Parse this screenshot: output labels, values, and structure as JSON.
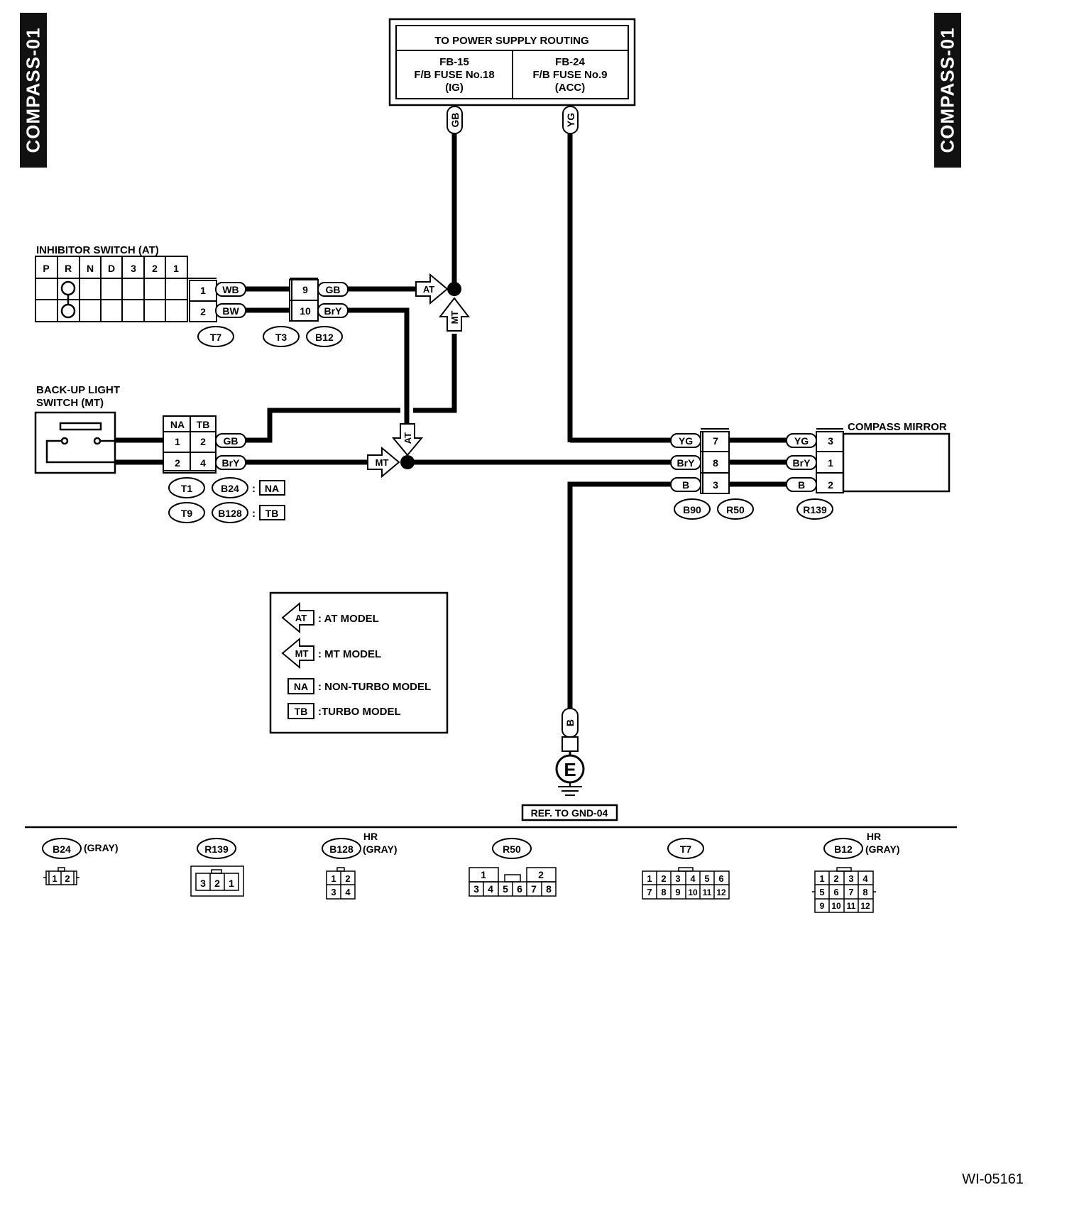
{
  "page_tags": {
    "left": "COMPASS-01",
    "right": "COMPASS-01"
  },
  "power_box": {
    "title": "TO POWER SUPPLY ROUTING",
    "left": {
      "line1": "FB-15",
      "line2": "F/B FUSE No.18",
      "line3": "(IG)"
    },
    "right": {
      "line1": "FB-24",
      "line2": "F/B FUSE No.9",
      "line3": "(ACC)"
    }
  },
  "wires": {
    "gb": "GB",
    "yg": "YG",
    "wb": "WB",
    "bw": "BW",
    "bry": "BrY",
    "b": "B"
  },
  "inhibitor": {
    "title": "INHIBITOR SWITCH (AT)",
    "positions": [
      "P",
      "R",
      "N",
      "D",
      "3",
      "2",
      "1"
    ],
    "pins": [
      "1",
      "2"
    ],
    "connector": "T7"
  },
  "joint": {
    "pins": [
      "9",
      "10"
    ],
    "connectors": [
      "T3",
      "B12"
    ]
  },
  "backup": {
    "title_line1": "BACK-UP LIGHT",
    "title_line2": "SWITCH (MT)",
    "headers": [
      "NA",
      "TB"
    ],
    "rows": [
      [
        "1",
        "2"
      ],
      [
        "2",
        "4"
      ]
    ],
    "conn_row1": [
      "T1",
      "B24",
      "NA"
    ],
    "conn_row2": [
      "T9",
      "B128",
      "TB"
    ],
    "colon": ":"
  },
  "arrows": {
    "at": "AT",
    "mt": "MT"
  },
  "mirror": {
    "title": "COMPASS MIRROR",
    "pins": [
      "3",
      "1",
      "2"
    ],
    "connector": "R139"
  },
  "junction": {
    "pins": [
      "7",
      "8",
      "3"
    ],
    "connectors": [
      "B90",
      "R50"
    ]
  },
  "ground": {
    "symbol": "E",
    "ref": "REF. TO GND-04"
  },
  "legend": {
    "at": ": AT MODEL",
    "mt": ": MT MODEL",
    "na_box": "NA",
    "na": ": NON-TURBO MODEL",
    "tb_box": "TB",
    "tb": ":TURBO MODEL"
  },
  "connector_views": [
    {
      "id": "B24",
      "note": "(GRAY)",
      "hr": "",
      "rows": [
        [
          "1",
          "2"
        ]
      ]
    },
    {
      "id": "R139",
      "note": "",
      "hr": "",
      "rows": [
        [
          "3",
          "2",
          "1"
        ]
      ]
    },
    {
      "id": "B128",
      "note": "(GRAY)",
      "hr": "HR",
      "rows": [
        [
          "1",
          "2"
        ],
        [
          "3",
          "4"
        ]
      ]
    },
    {
      "id": "R50",
      "note": "",
      "hr": "",
      "rows": [
        [
          "1",
          "2"
        ],
        [
          "3",
          "4",
          "5",
          "6",
          "7",
          "8"
        ]
      ]
    },
    {
      "id": "T7",
      "note": "",
      "hr": "",
      "rows": [
        [
          "1",
          "2",
          "3",
          "4",
          "5",
          "6"
        ],
        [
          "7",
          "8",
          "9",
          "10",
          "11",
          "12"
        ]
      ]
    },
    {
      "id": "B12",
      "note": "(GRAY)",
      "hr": "HR",
      "rows": [
        [
          "1",
          "2",
          "3",
          "4"
        ],
        [
          "5",
          "6",
          "7",
          "8"
        ],
        [
          "9",
          "10",
          "11",
          "12"
        ]
      ]
    }
  ],
  "figure_code": "WI-05161",
  "colors": {
    "ink": "#000000",
    "tag_bg": "#111111",
    "paper": "#ffffff"
  }
}
